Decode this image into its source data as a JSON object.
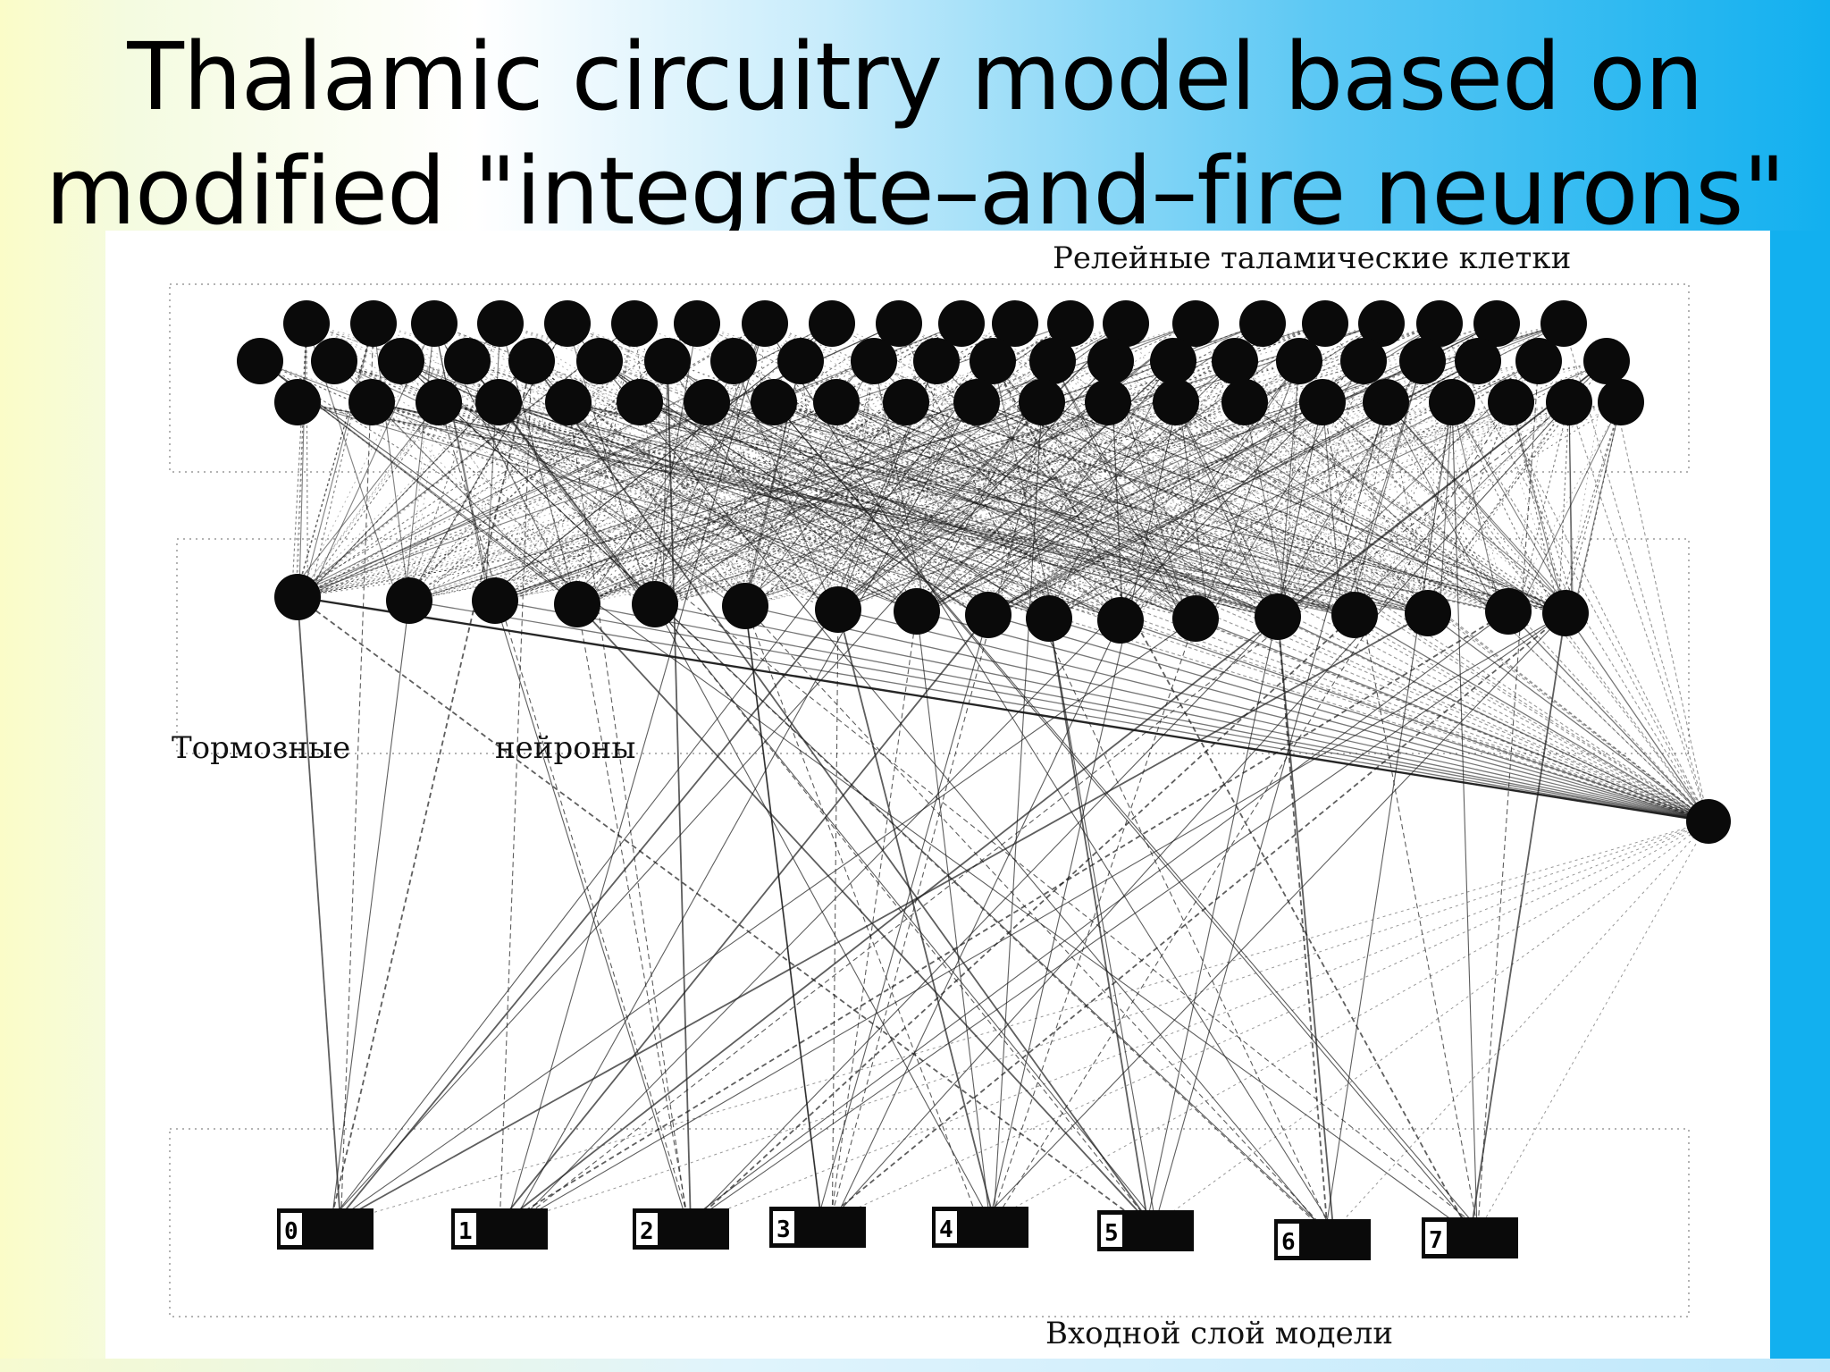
{
  "slide": {
    "title_line1": "Thalamic circuitry model based on",
    "title_line2": "modified \"integrate–and–fire neurons\""
  },
  "diagram": {
    "labels": {
      "relay_cells": "Релейные таламические клетки",
      "inhibitory_left": "Тормозные",
      "inhibitory_right": "нейроны",
      "input_layer": "Входной слой модели"
    },
    "input_units": [
      "0",
      "1",
      "2",
      "3",
      "4",
      "5",
      "6",
      "7"
    ],
    "colors": {
      "neuron": "#0a0a0a",
      "connection": "#1a1a1a",
      "frame": "#9a9a9a"
    }
  }
}
